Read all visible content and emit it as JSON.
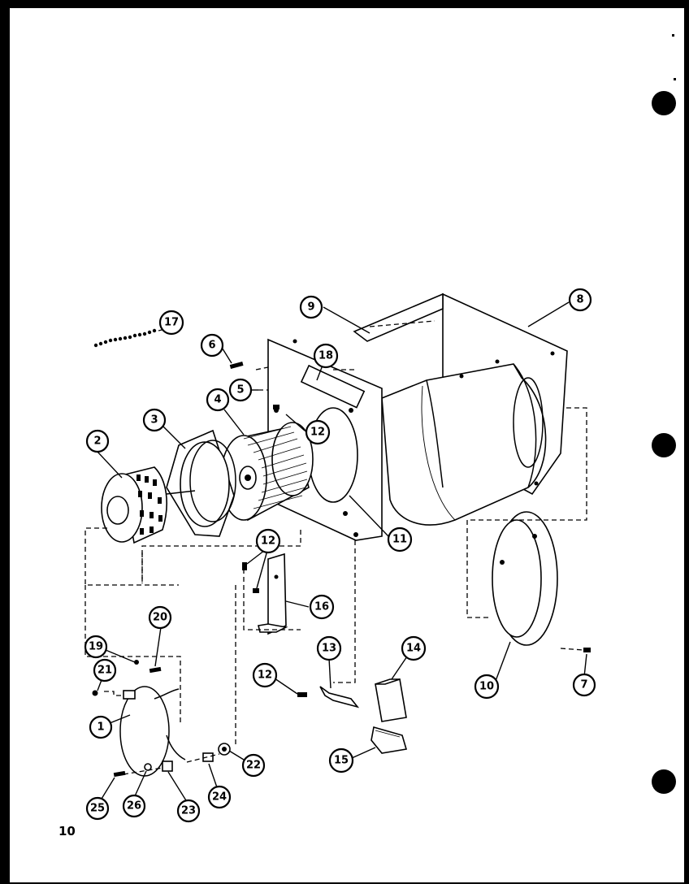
{
  "page": {
    "number": "10"
  },
  "callouts": [
    {
      "id": "c1",
      "label": "1"
    },
    {
      "id": "c2",
      "label": "2"
    },
    {
      "id": "c3",
      "label": "3"
    },
    {
      "id": "c4",
      "label": "4"
    },
    {
      "id": "c5",
      "label": "5"
    },
    {
      "id": "c6",
      "label": "6"
    },
    {
      "id": "c7",
      "label": "7"
    },
    {
      "id": "c8",
      "label": "8"
    },
    {
      "id": "c9",
      "label": "9"
    },
    {
      "id": "c10",
      "label": "10"
    },
    {
      "id": "c11",
      "label": "11"
    },
    {
      "id": "c12a",
      "label": "12"
    },
    {
      "id": "c12b",
      "label": "12"
    },
    {
      "id": "c12c",
      "label": "12"
    },
    {
      "id": "c13",
      "label": "13"
    },
    {
      "id": "c14",
      "label": "14"
    },
    {
      "id": "c15",
      "label": "15"
    },
    {
      "id": "c16",
      "label": "16"
    },
    {
      "id": "c17",
      "label": "17"
    },
    {
      "id": "c18",
      "label": "18"
    },
    {
      "id": "c19",
      "label": "19"
    },
    {
      "id": "c20",
      "label": "20"
    },
    {
      "id": "c21",
      "label": "21"
    },
    {
      "id": "c22",
      "label": "22"
    },
    {
      "id": "c23",
      "label": "23"
    },
    {
      "id": "c24",
      "label": "24"
    },
    {
      "id": "c25",
      "label": "25"
    },
    {
      "id": "c26",
      "label": "26"
    }
  ],
  "colors": {
    "ink": "#000000",
    "paper": "#ffffff",
    "border": "#000000"
  }
}
